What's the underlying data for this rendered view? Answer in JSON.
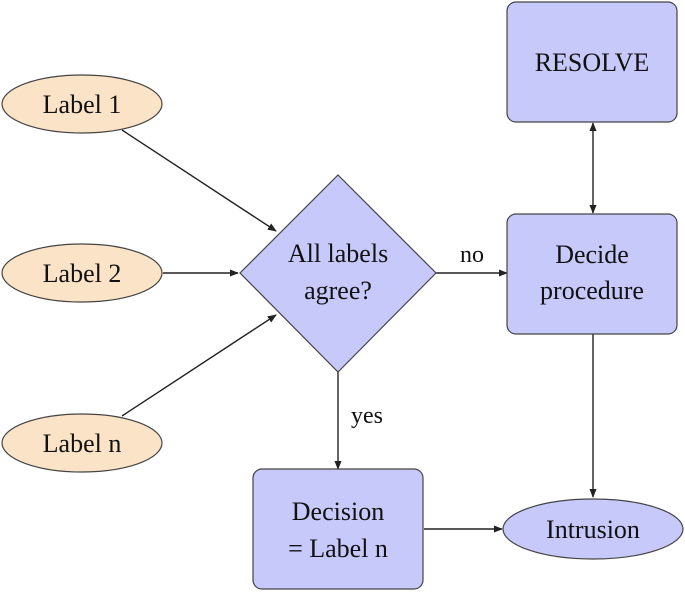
{
  "colors": {
    "input_fill": "#fbe3c8",
    "process_fill": "#c7c9fb",
    "stroke": "#444444",
    "edge": "#222222"
  },
  "nodes": {
    "label1": {
      "text": "Label 1"
    },
    "label2": {
      "text": "Label 2"
    },
    "labeln": {
      "text": "Label n"
    },
    "agree": {
      "line1": "All labels",
      "line2": "agree?"
    },
    "resolve": {
      "text": "RESOLVE"
    },
    "decide": {
      "line1": "Decide",
      "line2": "procedure"
    },
    "decision": {
      "line1": "Decision",
      "line2": "= Label n"
    },
    "intrusion": {
      "text": "Intrusion"
    }
  },
  "edges": {
    "no_label": "no",
    "yes_label": "yes"
  }
}
